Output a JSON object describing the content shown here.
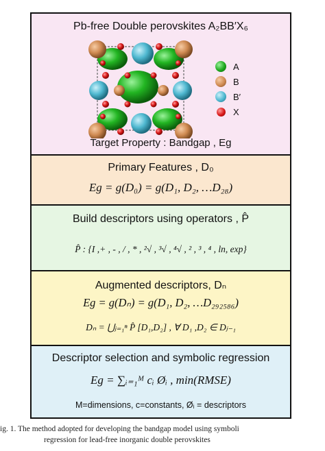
{
  "panel1": {
    "title": "Pb-free Double perovskites A₂BB′X₆",
    "target": "Target Property : Bandgap , Eg",
    "legend": [
      {
        "label": "A",
        "color": "#1ea81e"
      },
      {
        "label": "B",
        "color": "#cf8a52"
      },
      {
        "label": "B′",
        "color": "#4fb8d0"
      },
      {
        "label": "X",
        "color": "#d81818"
      }
    ]
  },
  "panel2": {
    "title": "Primary Features , D₀",
    "equation": "Eg = g(D₀) = g(D₁, D₂, …D₂₈)"
  },
  "panel3": {
    "title": "Build descriptors using operators , P̂",
    "operators": "P̂ : {I ,+ , - , / , * , ²√ , ³√ , ⁴√ , ² , ³ , ⁴ , ln, exp}"
  },
  "panel4": {
    "title": "Augmented descriptors, Dₙ",
    "equation": "Eg = g(Dₙ) = g(D₁, D₂, …D₂₉₂₅₈₆)",
    "union": "Dₙ = ⋃ⱼ₌₁ⁿ P̂ [D₁,D₂] , ∀ D₁ ,D₂ ∈ Dⱼ₋₁"
  },
  "panel5": {
    "title": "Descriptor selection and symbolic regression",
    "equation": "Eg = ∑ᵢ₌₁ᴹ cᵢ Øᵢ , min(RMSE)",
    "legend": "M=dimensions, c=constants, Øᵢ = descriptors"
  },
  "caption": {
    "line1": "ig. 1.   The method adopted for developing the bandgap model using symboli",
    "line2": "regression for lead-free inorganic double perovskites"
  }
}
